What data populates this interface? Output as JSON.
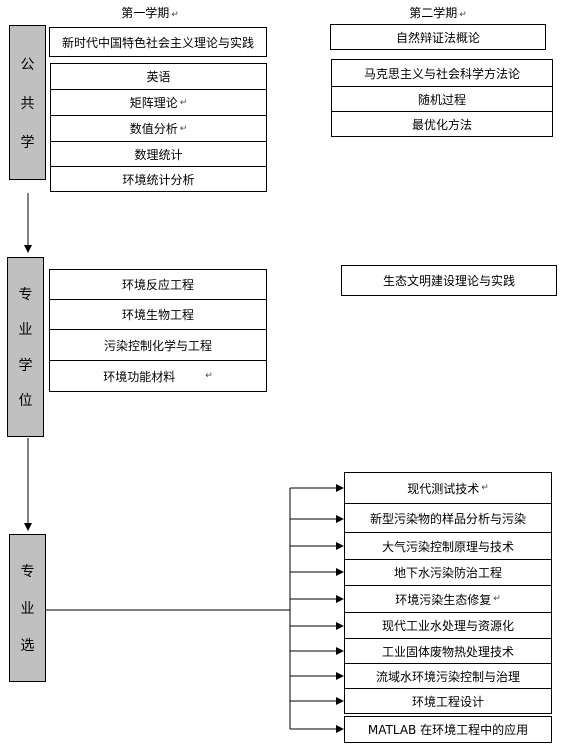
{
  "headers": {
    "semester1": "第一学期",
    "semester2": "第二学期",
    "mark": "↵"
  },
  "categories": {
    "public": [
      "公",
      "共",
      "学"
    ],
    "degree": [
      "专",
      "业",
      "学",
      "位"
    ],
    "elective": [
      "专",
      "业",
      "选"
    ]
  },
  "public_s1_top": "新时代中国特色社会主义理论与实践",
  "public_s1": [
    "英语",
    "矩阵理论",
    "数值分析",
    "数理统计",
    "环境统计分析"
  ],
  "public_s2": [
    "自然辩证法概论",
    "马克思主义与社会科学方法论",
    "随机过程",
    "最优化方法"
  ],
  "degree_s1": [
    "环境反应工程",
    "环境生物工程",
    "污染控制化学与工程",
    "环境功能材料"
  ],
  "degree_s2": "生态文明建设理论与实践",
  "electives": [
    "现代测试技术",
    "新型污染物的样品分析与污染",
    "大气污染控制原理与技术",
    "地下水污染防治工程",
    "环境污染生态修复",
    "现代工业水处理与资源化",
    "工业固体废物热处理技术",
    "流域水环境污染控制与治理",
    "环境工程设计",
    "MATLAB 在环境工程中的应用"
  ]
}
